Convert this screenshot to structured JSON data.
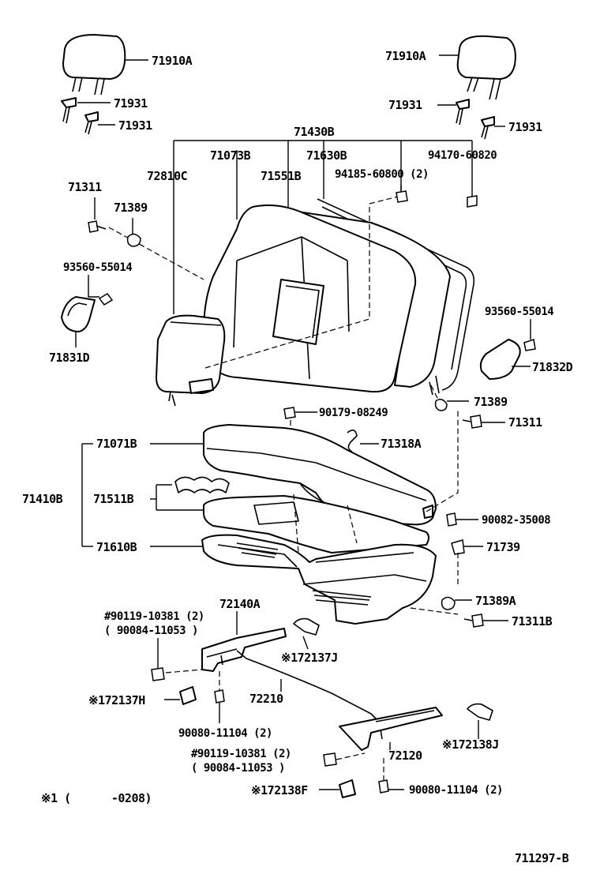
{
  "diagram": {
    "labels": {
      "hr_left": "71910A",
      "hr_right": "71910A",
      "s71931_l1": "71931",
      "s71931_l2": "71931",
      "s71931_r1": "71931",
      "s71931_r2": "71931",
      "p71430B": "71430B",
      "p71073B": "71073B",
      "p71630B": "71630B",
      "p94170": "94170-60820",
      "p72810C": "72810C",
      "p71551B": "71551B",
      "p94185": "94185-60800 (2)",
      "p71311_l": "71311",
      "p71389_l": "71389",
      "p93560_l": "93560-55014",
      "p71831D": "71831D",
      "p93560_r": "93560-55014",
      "p71832D": "71832D",
      "p71389_r": "71389",
      "p90179": "90179-08249",
      "p71311_r": "71311",
      "p71071B": "71071B",
      "p71318A": "71318A",
      "p71410B": "71410B",
      "p71511B": "71511B",
      "p90082": "90082-35008",
      "p71610B": "71610B",
      "p71739": "71739",
      "p72140A": "72140A",
      "p71389A": "71389A",
      "p90119_a": "#90119-10381 (2)",
      "p90084_a": "( 90084-11053 )",
      "p71311B": "71311B",
      "p172137J": "※172137J",
      "p172137H": "※172137H",
      "p72210": "72210",
      "p90080_a": "90080-11104 (2)",
      "p90119_b": "#90119-10381 (2)",
      "p90084_b": "( 90084-11053 )",
      "p72120": "72120",
      "p172138J": "※172138J",
      "p172138F": "※172138F",
      "p90080_b": "90080-11104 (2)",
      "footnote": "※1 (      -0208)",
      "ref_code": "711297-B"
    }
  }
}
